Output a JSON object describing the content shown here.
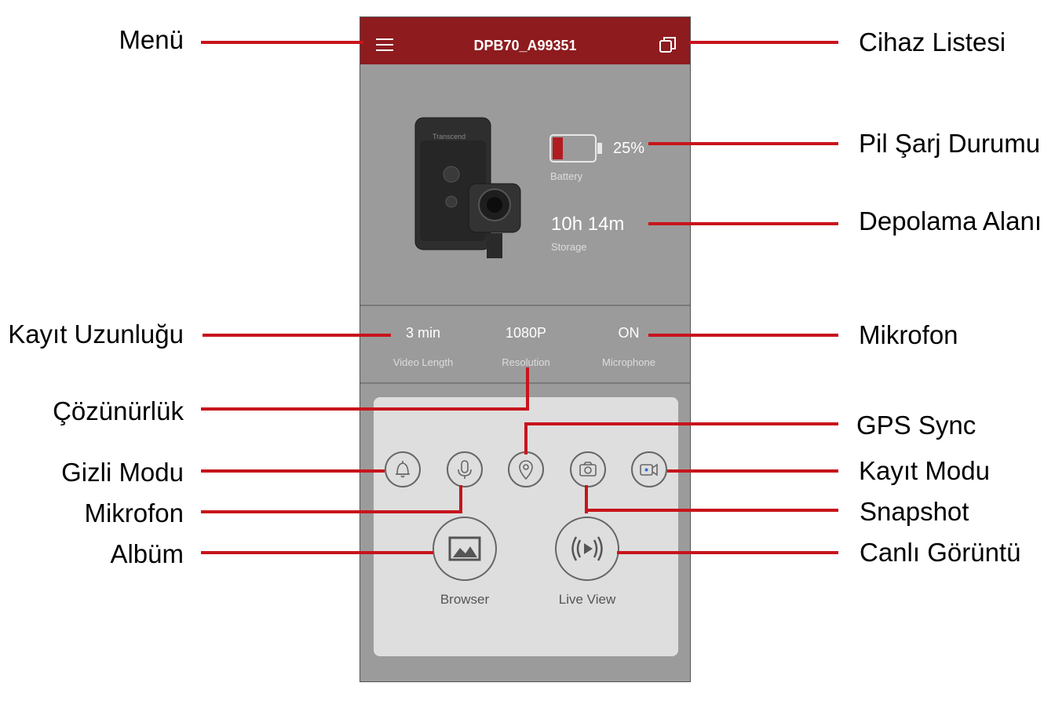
{
  "app": {
    "title": "DPB70_A99351",
    "battery_percent": "25%",
    "battery_label": "Battery",
    "battery_level": 0.25,
    "storage_value": "10h 14m",
    "storage_label": "Storage",
    "settings": [
      {
        "value": "3 min",
        "label": "Video Length"
      },
      {
        "value": "1080P",
        "label": "Resolution"
      },
      {
        "value": "ON",
        "label": "Microphone"
      }
    ],
    "device_brand": "Transcend",
    "browser_label": "Browser",
    "liveview_label": "Live View"
  },
  "callouts": {
    "menu": "Menü",
    "device_list": "Cihaz Listesi",
    "battery": "Pil Şarj Durumu",
    "storage": "Depolama Alanı",
    "video_length": "Kayıt Uzunluğu",
    "microphone_setting": "Mikrofon",
    "resolution": "Çözünürlük",
    "gps_sync": "GPS Sync",
    "stealth_mode": "Gizli  Modu",
    "record_mode": "Kayıt Modu",
    "microphone_button": "Mikrofon",
    "snapshot": "Snapshot",
    "album": "Albüm",
    "live_view": "Canlı Görüntü"
  },
  "icons": [
    "menu-icon",
    "device-list-icon",
    "battery-icon",
    "bell-icon",
    "microphone-icon",
    "location-pin-icon",
    "camera-icon",
    "video-camera-icon",
    "image-icon",
    "live-view-icon"
  ],
  "colors": {
    "appbar": "#8e1b1e",
    "callout_line": "#c8141c",
    "screen_bg": "#9b9b9b",
    "panel_bg": "#dedede",
    "battery_fill": "#b01c20"
  }
}
